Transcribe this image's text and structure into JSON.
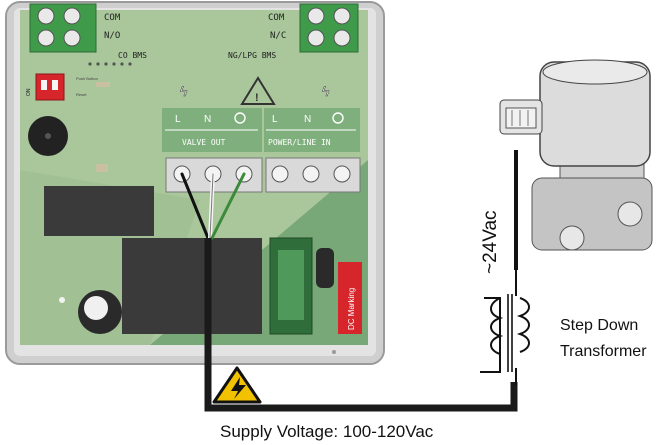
{
  "board": {
    "relay_left": {
      "com": "COM",
      "no": "N/O",
      "label": "CO BMS"
    },
    "relay_right": {
      "com": "COM",
      "nc": "N/C",
      "label": "NG/LPG BMS"
    },
    "dip_switch_label": "ON",
    "tiny_text_1": "Push Button",
    "tiny_text_2": "Reset",
    "valve_out": {
      "title": "VALVE OUT",
      "l": "L",
      "n": "N"
    },
    "power_in": {
      "title": "POWER/LINE IN",
      "l": "L",
      "n": "N"
    },
    "dc_marking": "DC Marking"
  },
  "transformer": {
    "voltage": "~24Vac",
    "label_line1": "Step Down",
    "label_line2": "Transformer"
  },
  "supply": {
    "label": "Supply Voltage: 100-120Vac"
  },
  "colors": {
    "pcb_green": "#a9c79b",
    "pcb_dark_green": "#4f8f59",
    "enclosure_grey": "#d4d4d4",
    "wire_black": "#1a1a1a",
    "warning_yellow": "#f2c200"
  }
}
